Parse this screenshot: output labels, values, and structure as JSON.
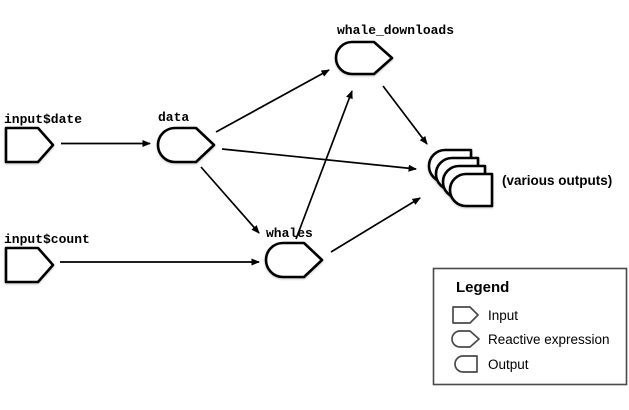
{
  "diagram": {
    "nodes": [
      {
        "id": "input_date",
        "label": "input$date",
        "type": "input"
      },
      {
        "id": "input_count",
        "label": "input$count",
        "type": "input"
      },
      {
        "id": "data",
        "label": "data",
        "type": "reactive-expression"
      },
      {
        "id": "whales",
        "label": "whales",
        "type": "reactive-expression"
      },
      {
        "id": "whale_downloads",
        "label": "whale_downloads",
        "type": "reactive-expression"
      },
      {
        "id": "outputs",
        "label": "(various outputs)",
        "type": "output-stack"
      }
    ],
    "edges": [
      {
        "from": "input$date",
        "to": "data"
      },
      {
        "from": "input$count",
        "to": "whales"
      },
      {
        "from": "data",
        "to": "whale_downloads"
      },
      {
        "from": "data",
        "to": "whales"
      },
      {
        "from": "data",
        "to": "(various outputs)"
      },
      {
        "from": "whales",
        "to": "whale_downloads"
      },
      {
        "from": "whales",
        "to": "(various outputs)"
      },
      {
        "from": "whale_downloads",
        "to": "(various outputs)"
      }
    ]
  },
  "legend": {
    "title": "Legend",
    "items": [
      {
        "shape": "input",
        "label": "Input"
      },
      {
        "shape": "reactive-expression",
        "label": "Reactive expression"
      },
      {
        "shape": "output",
        "label": "Output"
      }
    ]
  },
  "colors": {
    "background": "#ffffff",
    "shape_stroke": "#000000",
    "edge_stroke": "#000000",
    "legend_stroke": "#4a4a4a",
    "text": "#000000"
  }
}
